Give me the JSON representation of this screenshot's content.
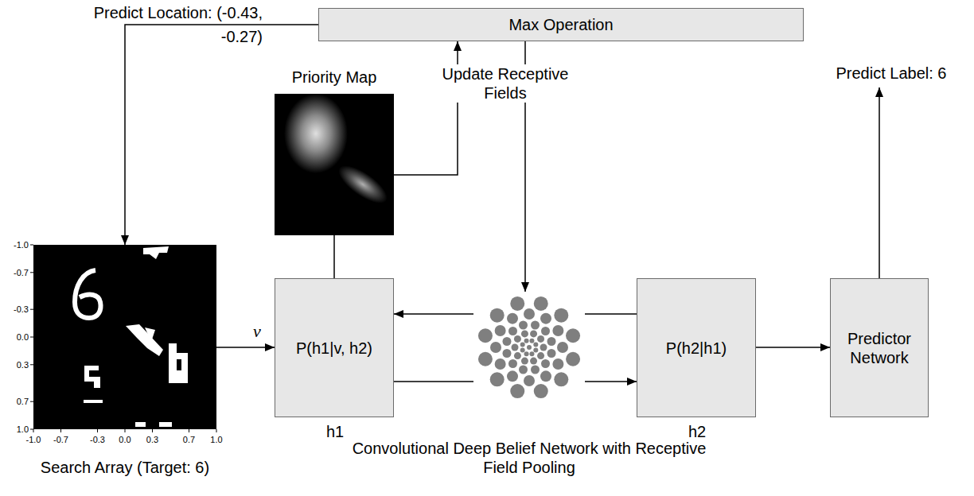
{
  "diagram": {
    "nodes": [
      {
        "text": [
          "Max Operation"
        ]
      },
      {
        "text": [
          "Priority Map"
        ]
      },
      {
        "text": [
          "Search Array (Target: 6)"
        ]
      },
      {
        "text": [
          "P(h1|v, h2)",
          "h1"
        ]
      },
      {
        "text": [
          "Convolutional Deep Belief Network with Receptive Field Pooling"
        ]
      },
      {
        "text": [
          "P(h2|h1)",
          "h2"
        ]
      },
      {
        "text": [
          "Predictor Network"
        ]
      }
    ],
    "edges": [
      {
        "from": 0,
        "to": 2,
        "arrow": "to",
        "label": "Predict Location: (-0.43, -0.27)"
      },
      {
        "from": 1,
        "to": 0,
        "arrow": "to"
      },
      {
        "from": 0,
        "to": 4,
        "arrow": "to",
        "label": "Update Receptive Fields"
      },
      {
        "from": 3,
        "to": 1,
        "arrow": "none"
      },
      {
        "from": 2,
        "to": 3,
        "arrow": "to",
        "label": "v"
      },
      {
        "from": 4,
        "to": 3,
        "arrow": "to"
      },
      {
        "from": 5,
        "to": 4,
        "arrow": "none"
      },
      {
        "from": 3,
        "to": 4,
        "arrow": "none"
      },
      {
        "from": 4,
        "to": 5,
        "arrow": "to"
      },
      {
        "from": 5,
        "to": 6,
        "arrow": "to"
      }
    ],
    "labels": [
      "Predict Label: 6",
      "-1.0",
      "-0.7",
      "-0.3",
      "0.0",
      "0.3",
      "0.7",
      "1.0",
      "-1.0",
      "-0.7",
      "-0.3",
      "0.0",
      "0.3",
      "0.7",
      "1.0"
    ]
  }
}
